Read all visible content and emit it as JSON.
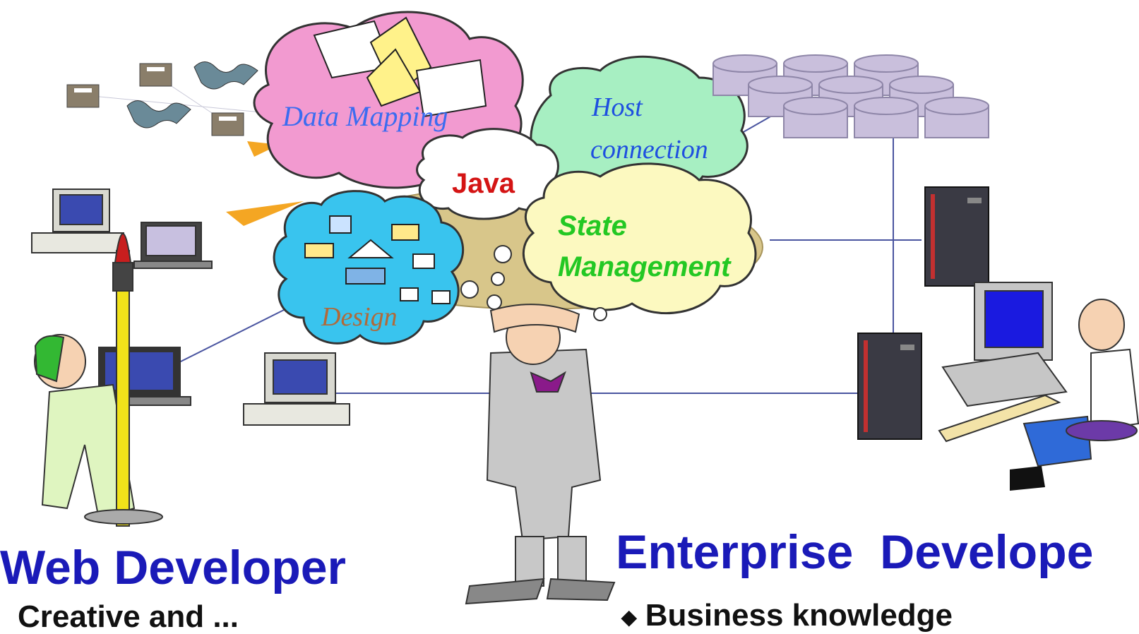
{
  "clouds": {
    "data_mapping": "Data Mapping",
    "host_line1": "Host",
    "host_line2": "connection",
    "java": "Java",
    "state_line1": "State",
    "state_line2": "Management",
    "design": "Design"
  },
  "roles": {
    "web_developer": "Web Developer",
    "enterprise_developer": "Enterprise  Develope"
  },
  "bullets": {
    "web_partial": "Creative and ...",
    "enterprise_partial": "Business knowledge"
  },
  "colors": {
    "title_blue": "#1a1ab8",
    "cloud_pink": "#f29ad0",
    "cloud_green": "#a7efc2",
    "cloud_yellow": "#fcf9c0",
    "cloud_blue": "#39c4ee",
    "java_red": "#d41414",
    "state_green": "#23c823",
    "design_brown": "#b06a3a",
    "mapping_blue": "#3b6cf0"
  }
}
